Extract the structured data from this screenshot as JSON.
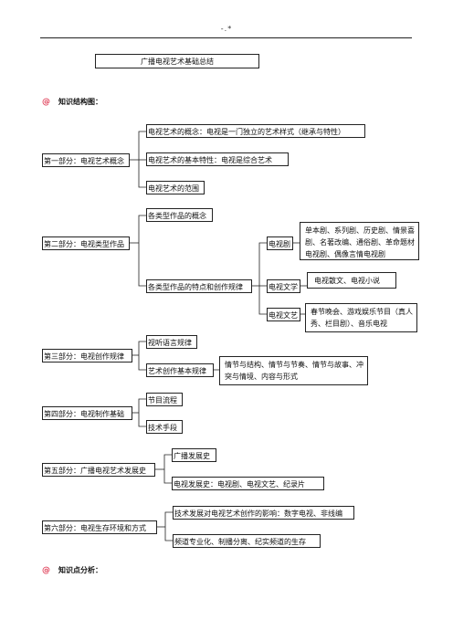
{
  "header": {
    "mark": "-.*"
  },
  "doc_title": "广播电视艺术基础总结",
  "sections": {
    "structure": "知识结构图：",
    "analysis": "知识点分析："
  },
  "parts": [
    {
      "label": "第一部分：电视艺术概念",
      "children": [
        "电视艺术的概念：电视是一门独立的艺术样式（继承与特性）",
        "电视艺术的基本特性：电视是综合艺术",
        "电视艺术的范围"
      ]
    },
    {
      "label": "第二部分：电视类型作品",
      "children": [
        "各类型作品的概念",
        "各类型作品的特点和创作规律"
      ],
      "sub": [
        {
          "label": "电视剧",
          "detail": "单本剧、系列剧、历史剧、情景喜剧、名著改编、通俗剧、革命题材电视剧、偶像言情电视剧"
        },
        {
          "label": "电视文学",
          "detail": "电视散文、电视小说"
        },
        {
          "label": "电视文艺",
          "detail": "春节晚会、游戏娱乐节目（真人秀、栏目剧）、音乐电视"
        }
      ]
    },
    {
      "label": "第三部分：电视创作规律",
      "children": [
        "视听语言规律",
        "艺术创作基本规律"
      ],
      "detail": "情节与结构、情节与节奏、情节与故事、冲突与情境、内容与形式"
    },
    {
      "label": "第四部分：电视制作基础",
      "children": [
        "节目流程",
        "技术手段"
      ]
    },
    {
      "label": "第五部分：广播电视艺术发展史",
      "children": [
        "广播发展史",
        "电视发展史：电视剧、电视文艺、纪录片"
      ]
    },
    {
      "label": "第六部分：电视生存环境和方式",
      "children": [
        "技术发展对电视艺术创作的影响：数字电视、非线编",
        "频道专业化、制播分离、纪实频道的生存"
      ]
    }
  ]
}
